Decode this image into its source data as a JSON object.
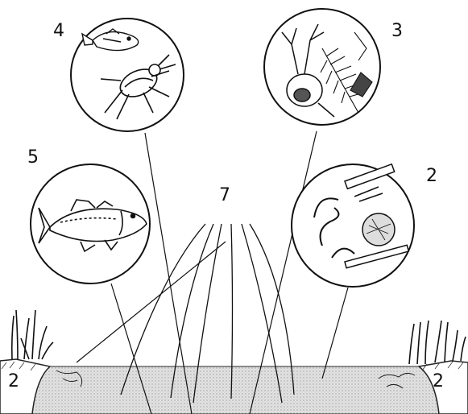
{
  "labels": {
    "circle_zooplankton_beetle": "4",
    "circle_zooplankton_plants": "3",
    "circle_fish": "5",
    "circle_bottom_organisms": "2",
    "light_rays": "7",
    "bank_left": "2",
    "bank_right": "2"
  },
  "icons": [
    "small-fish-icon",
    "water-beetle-icon",
    "crustacean-icon",
    "water-plant-icon",
    "predatory-fish-icon",
    "worm-icon",
    "larva-case-icon",
    "algae-ball-icon",
    "reed-icon"
  ]
}
